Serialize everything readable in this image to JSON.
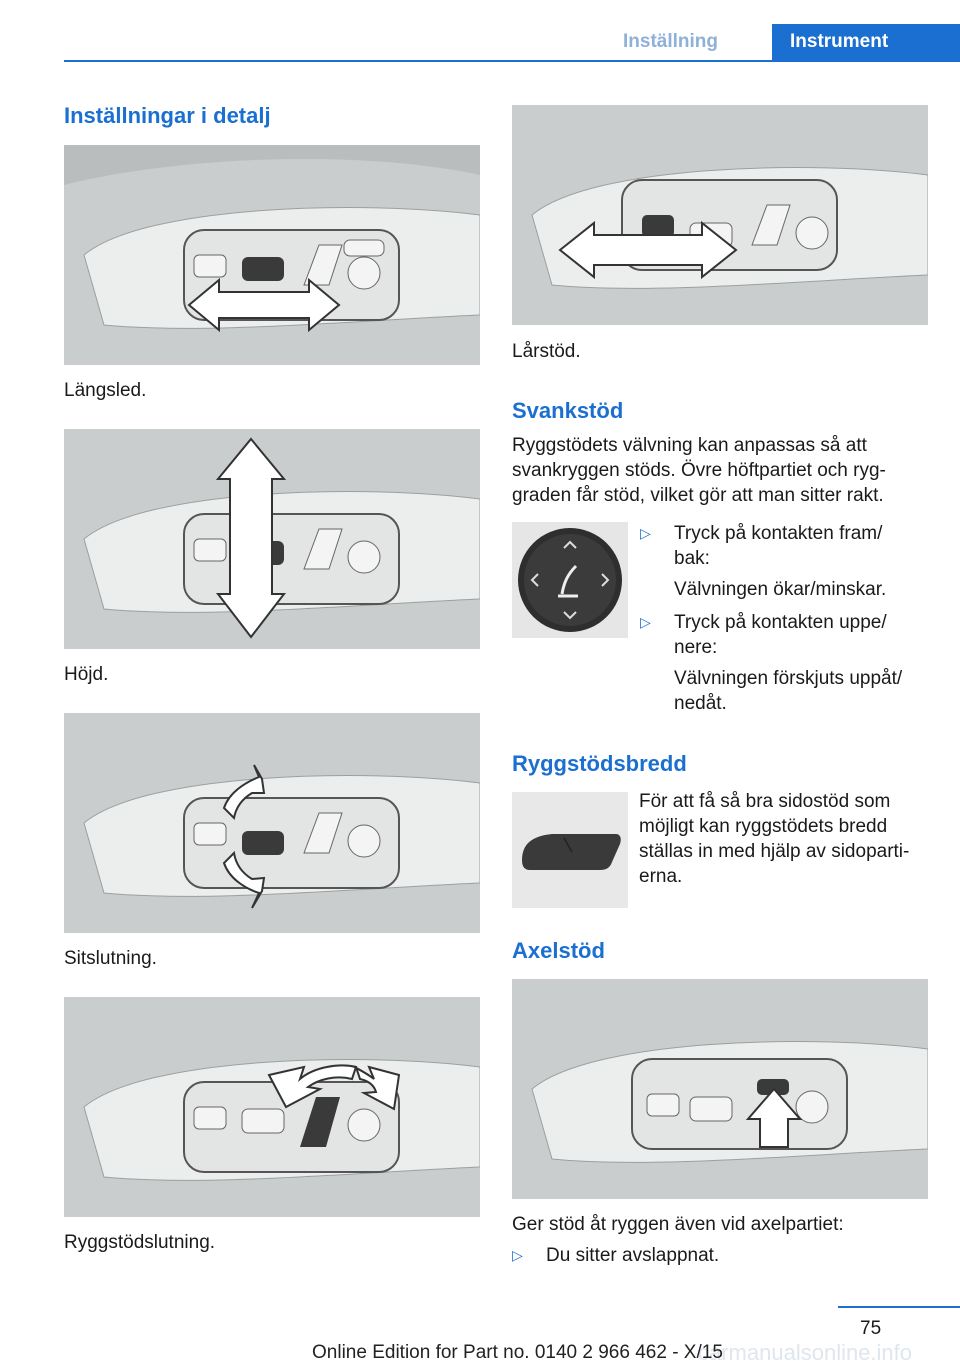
{
  "header": {
    "tab_inactive": "Inställning",
    "tab_active": "Instrument"
  },
  "left": {
    "title": "Inställningar i detalj",
    "captions": [
      "Längsled.",
      "Höjd.",
      "Sitslutning.",
      "Ryggstödslutning."
    ]
  },
  "right": {
    "caption_top": "Lårstöd.",
    "svank": {
      "title": "Svankstöd",
      "body": [
        "Ryggstödets välvning kan anpassas så att",
        "svankryggen stöds. Övre höftpartiet och ryg‐",
        "graden får stöd, vilket gör att man sitter rakt."
      ],
      "items": [
        {
          "lines": [
            "Tryck på kontakten fram/",
            "bak:"
          ],
          "sub": [
            "Välvningen ökar/minskar."
          ]
        },
        {
          "lines": [
            "Tryck på kontakten uppe/",
            "nere:"
          ],
          "sub": [
            "Välvningen förskjuts uppåt/",
            "nedåt."
          ]
        }
      ]
    },
    "bredd": {
      "title": "Ryggstödsbredd",
      "body": [
        "För att få så bra sidostöd som",
        "möjligt kan ryggstödets bredd",
        "ställas in med hjälp av sidoparti‐",
        "erna."
      ]
    },
    "axel": {
      "title": "Axelstöd",
      "body": "Ger stöd åt ryggen även vid axelpartiet:",
      "item": "Du sitter avslappnat."
    }
  },
  "footer": {
    "page": "75",
    "text": "Online Edition for Part no. 0140 2 966 462 - X/15",
    "watermark": "carmanualsonline.info"
  },
  "icons": {
    "bullet": "triangle-right-icon"
  },
  "colors": {
    "accent": "#1a6fd1"
  }
}
